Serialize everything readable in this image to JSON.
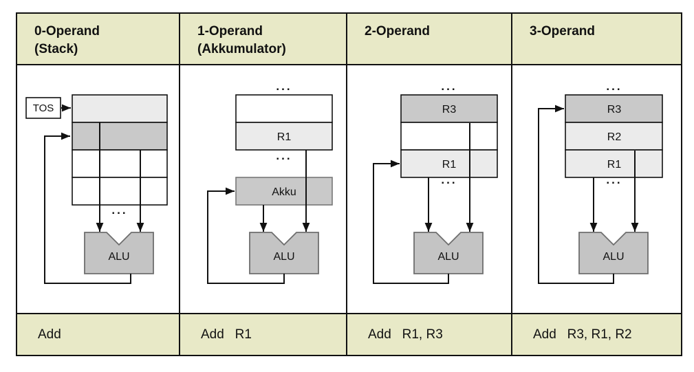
{
  "colors": {
    "band_bg": "#e8e9c7",
    "cell_light_gray": "#ebebeb",
    "cell_mid_gray": "#c9c9c9",
    "alu_fill": "#c4c4c4",
    "alu_border": "#6e6e6e",
    "line_color": "#111111",
    "cell_white": "#ffffff"
  },
  "columns": [
    {
      "header_title": "0-Operand",
      "header_subtitle": "(Stack)",
      "instruction": "Add",
      "labels": {
        "tos": "TOS",
        "alu": "ALU",
        "ellipsis_bottom": "..."
      }
    },
    {
      "header_title": "1-Operand",
      "header_subtitle": "(Akkumulator)",
      "instruction": "Add   R1",
      "labels": {
        "ellipsis_top": "...",
        "r1": "R1",
        "ellipsis_mid": "...",
        "akku": "Akku",
        "alu": "ALU"
      }
    },
    {
      "header_title": "2-Operand",
      "header_subtitle": "",
      "instruction": "Add   R1, R3",
      "labels": {
        "ellipsis_top": "...",
        "r3": "R3",
        "r1": "R1",
        "ellipsis_bottom": "...",
        "alu": "ALU"
      }
    },
    {
      "header_title": "3-Operand",
      "header_subtitle": "",
      "instruction": "Add   R3, R1, R2",
      "labels": {
        "ellipsis_top": "...",
        "r3": "R3",
        "r2": "R2",
        "r1": "R1",
        "ellipsis_bottom": "...",
        "alu": "ALU"
      }
    }
  ]
}
